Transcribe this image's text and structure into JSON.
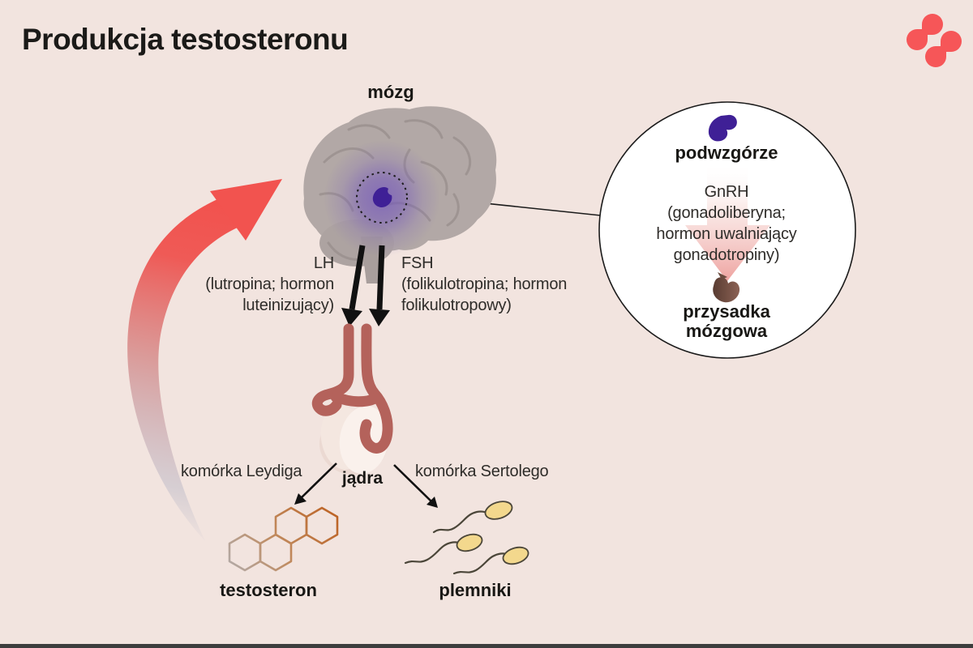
{
  "page": {
    "title": "Produkcja testosteronu",
    "background": "#f2e4df"
  },
  "logo": {
    "petal_color": "#f65658"
  },
  "brain": {
    "label": "mózg"
  },
  "callout": {
    "hypothalamus_label": "podwzgórze",
    "gnrh_line1": "GnRH",
    "gnrh_line2": "(gonadoliberyna;",
    "gnrh_line3": "hormon uwalniający",
    "gnrh_line4": "gonadotropiny)",
    "pituitary_line1": "przysadka",
    "pituitary_line2": "mózgowa"
  },
  "hormones": {
    "lh_line1": "LH",
    "lh_line2": "(lutropina; hormon",
    "lh_line3": "luteinizujący)",
    "fsh_line1": "FSH",
    "fsh_line2": "(folikulotropina; hormon",
    "fsh_line3": "folikulotropowy)"
  },
  "gonads": {
    "label": "jądra"
  },
  "pathways": {
    "leydig_label": "komórka Leydiga",
    "sertoli_label": "komórka Sertolego",
    "testosterone_label": "testosteron",
    "sperm_label": "plemniki"
  },
  "colors": {
    "accent_red": "#f2534f",
    "brain_gray": "#b2a8a6",
    "highlight_purple": "#7255bc",
    "hypothalamus_purple": "#3f2096",
    "pituitary_brown": "#7a564b",
    "duct_red": "#b4625b",
    "testis_cream": "#f9efe9",
    "molecule_orange": "#bd6426",
    "sperm_yellow": "#f3d88d"
  }
}
